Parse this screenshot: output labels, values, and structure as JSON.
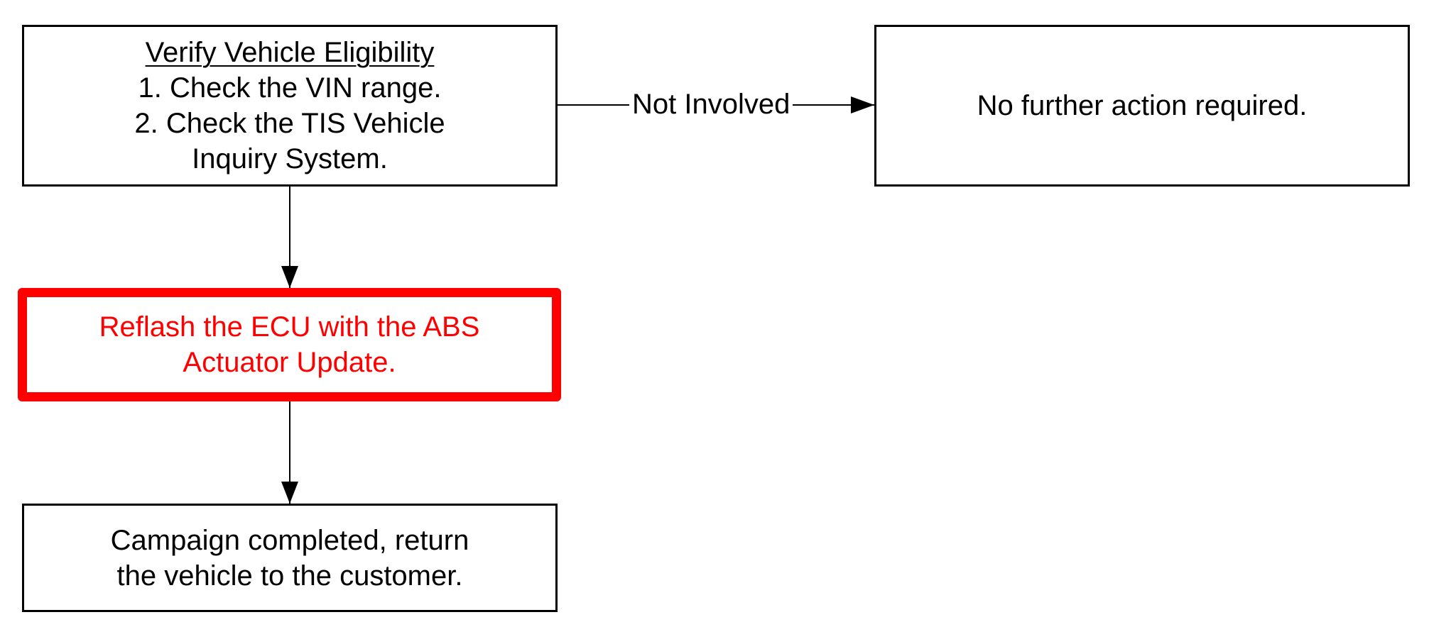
{
  "flowchart": {
    "verify": {
      "title": "Verify Vehicle Eligibility",
      "step1": "1. Check the VIN range.",
      "step2_line1": "2. Check the TIS Vehicle",
      "step2_line2": "Inquiry System."
    },
    "not_involved_label": "Not Involved",
    "no_action": {
      "text": "No further action required."
    },
    "reflash": {
      "line1": "Reflash the ECU with the ABS",
      "line2": "Actuator Update."
    },
    "completed": {
      "line1": "Campaign completed, return",
      "line2": "the vehicle to the customer."
    }
  },
  "colors": {
    "highlight": "#ff0000",
    "line": "#000000",
    "background": "#ffffff"
  }
}
